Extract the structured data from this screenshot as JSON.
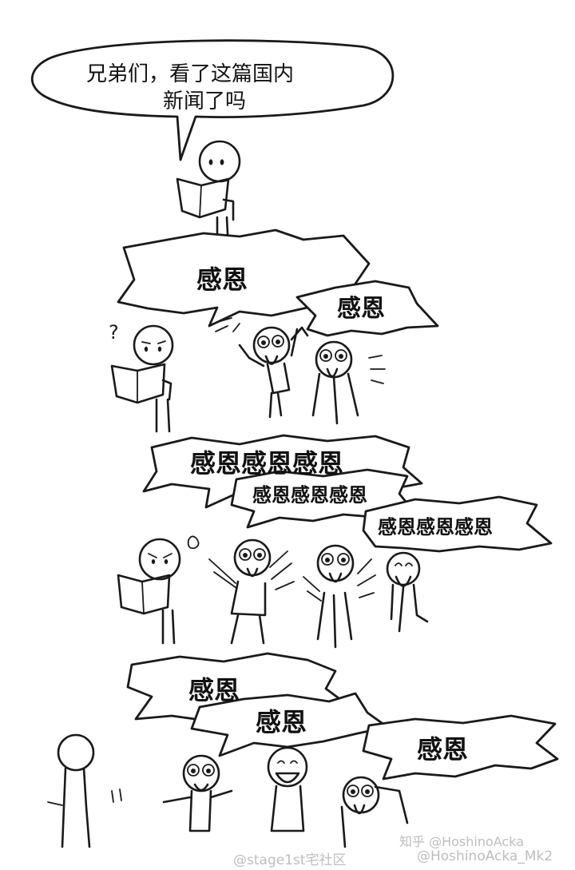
{
  "panel1": {
    "speech_line1": "兄弟们，看了这篇国内",
    "speech_line2": "新闻了吗"
  },
  "panel2": {
    "shout_a": "感恩",
    "shout_b": "感恩"
  },
  "panel3": {
    "shout_a": "感恩感恩感恩",
    "shout_b": "感恩感恩感恩",
    "shout_c": "感恩感恩感恩"
  },
  "panel4": {
    "shout_a": "感恩",
    "shout_b": "感恩",
    "shout_c": "感恩"
  },
  "question_mark": "?",
  "watermarks": {
    "left": "@stage1st宅社区",
    "right": "@HoshinoAcka_Mk2",
    "zhihu": "知乎 @HoshinoAcka"
  }
}
